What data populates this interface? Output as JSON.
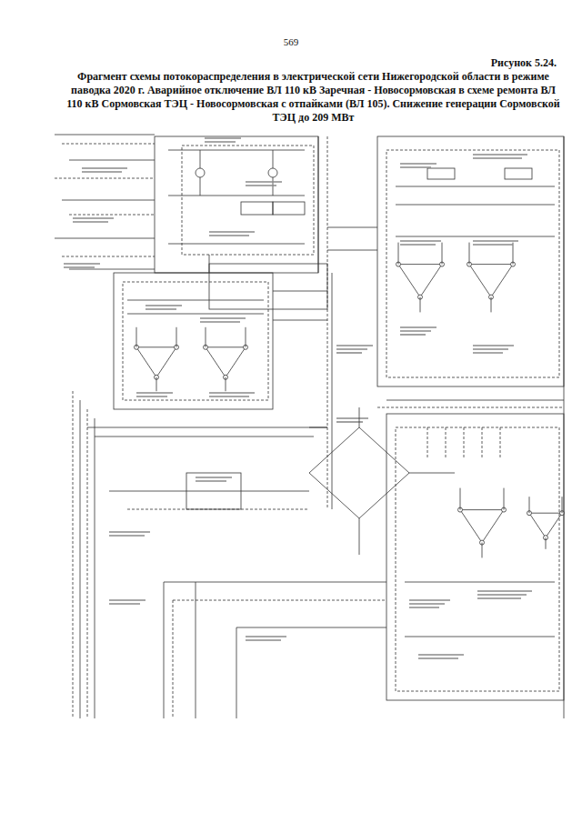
{
  "diagram": {
    "title": "Фрагмент схемы потокораспределения в электрической сети Нижегородской области в режиме паводка 2020 г. Аварийное отключение ВЛ 110 кВ Заречная - Новосормовская в схеме ремонта ВЛ 110 кВ Сормовская ТЭЦ - Новосормовская с отпайками (ВЛ 105). Снижение генерации Сормовской ТЭЦ до 209 МВт",
    "labels": [
      "569",
      "Рисунок 5.24."
    ]
  }
}
